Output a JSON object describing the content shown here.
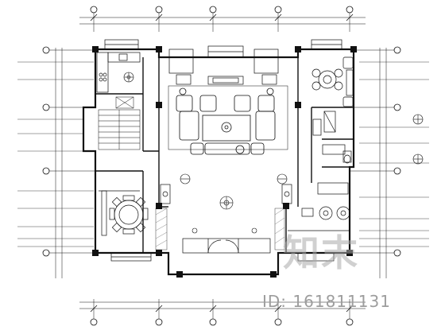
{
  "watermark": {
    "logo": "知末",
    "id_text": "ID: 161811131"
  },
  "colors": {
    "line": "#111111",
    "wall": "#1a1a1a",
    "hatch": "#888888",
    "watermark": "#9d9d9d"
  },
  "icons": {
    "axis_bubble": "circle-marker",
    "tree": "plant-symbol",
    "sofa": "sofa-symbol",
    "dining": "round-table-symbol"
  }
}
